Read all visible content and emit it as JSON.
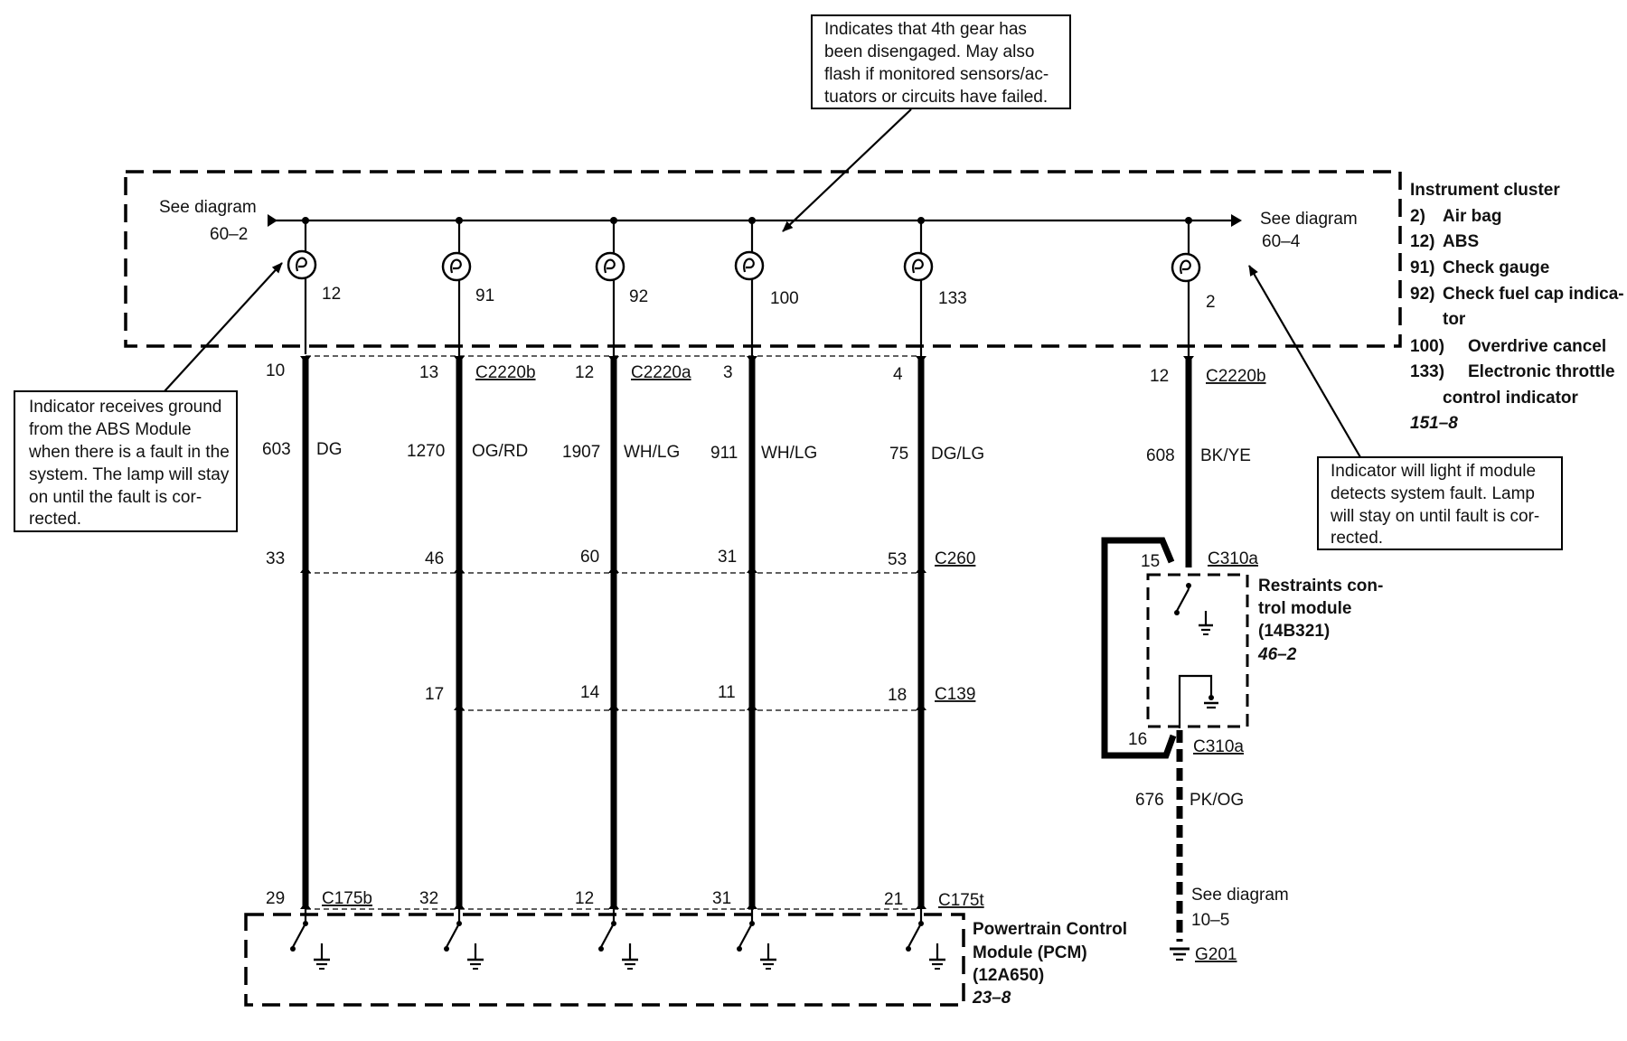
{
  "top_note": {
    "lines": [
      "Indicates that 4th gear has",
      "been disengaged. May also",
      "flash if monitored sensors/ac-",
      "tuators or circuits have failed."
    ]
  },
  "left_note": {
    "lines": [
      "Indicator receives ground",
      "from the ABS Module",
      "when there is a fault in the",
      "system. The lamp will stay",
      "on until the fault is cor-",
      "rected."
    ]
  },
  "right_note": {
    "lines": [
      "Indicator will light if module",
      "detects system fault. Lamp",
      "will stay on until fault is cor-",
      "rected."
    ]
  },
  "bus": {
    "left_ref": [
      "See diagram",
      "60–2"
    ],
    "right_ref": [
      "See diagram",
      "60–4"
    ]
  },
  "instrument_cluster": {
    "title": "Instrument cluster",
    "legend": [
      {
        "num": "2)",
        "text": "Air bag"
      },
      {
        "num": "12)",
        "text": "ABS"
      },
      {
        "num": "91)",
        "text": "Check gauge"
      },
      {
        "num": "92)",
        "text": "Check fuel cap indica-"
      },
      {
        "num": "",
        "text": "tor"
      },
      {
        "num": "100)",
        "text": "Overdrive cancel"
      },
      {
        "num": "133)",
        "text": "Electronic throttle"
      },
      {
        "num": "",
        "text": "control indicator"
      }
    ],
    "ref": "151–8"
  },
  "circuits": [
    {
      "lamp": "12",
      "pin_top": "10",
      "conn_top": "",
      "circuit": "603",
      "color": "DG",
      "c260_pin": "33",
      "c139_pin": "",
      "pcm_pin": "29"
    },
    {
      "lamp": "91",
      "pin_top": "13",
      "conn_top": "C2220b",
      "circuit": "1270",
      "color": "OG/RD",
      "c260_pin": "46",
      "c139_pin": "17",
      "pcm_pin": "32"
    },
    {
      "lamp": "92",
      "pin_top": "12",
      "conn_top": "C2220a",
      "circuit": "1907",
      "color": "WH/LG",
      "c260_pin": "60",
      "c139_pin": "14",
      "pcm_pin": "12"
    },
    {
      "lamp": "100",
      "pin_top": "3",
      "conn_top": "",
      "circuit": "911",
      "color": "WH/LG",
      "c260_pin": "31",
      "c139_pin": "11",
      "pcm_pin": "31"
    },
    {
      "lamp": "133",
      "pin_top": "4",
      "conn_top": "",
      "circuit": "75",
      "color": "DG/LG",
      "c260_pin": "53",
      "c139_pin": "18",
      "pcm_pin": "21"
    }
  ],
  "airbag_circuit": {
    "lamp": "2",
    "pin_top": "12",
    "conn_top": "C2220b",
    "circuit": "608",
    "color": "BK/YE",
    "rcm_in_pin": "15",
    "rcm_in_conn": "C310a",
    "rcm_out_pin": "16",
    "rcm_out_conn": "C310a",
    "out_circuit": "676",
    "out_color": "PK/OG",
    "ground_ref": [
      "See diagram",
      "10–5"
    ],
    "ground": "G201"
  },
  "connectors": {
    "c260": "C260",
    "c139": "C139",
    "c175b": "C175b",
    "c175t": "C175t"
  },
  "restraints_module": {
    "lines": [
      "Restraints con-",
      "trol module",
      "(14B321)"
    ],
    "ref": "46–2"
  },
  "pcm": {
    "lines": [
      "Powertrain Control",
      "Module (PCM)",
      "(12A650)"
    ],
    "ref": "23–8"
  }
}
